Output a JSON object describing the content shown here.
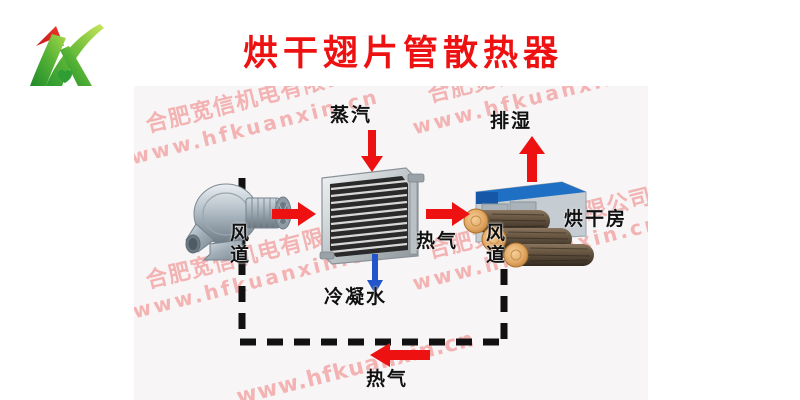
{
  "header": {
    "title": "烘干翅片管散热器",
    "title_color": "#ee1111",
    "logo_name": "kuanxin-logo"
  },
  "watermark": {
    "company": "合肥宽信机电有限公司",
    "url": "www.hfkuanxin.cn",
    "color": "#f3b3b3"
  },
  "diagram": {
    "background": "#f7f5f6",
    "components": {
      "blower": "centrifugal-blower",
      "heat_exchanger": "finned-tube-radiator",
      "drying_room": "drying-chamber-with-logs"
    },
    "labels": {
      "steam": "蒸汽",
      "exhaust_moisture": "排湿",
      "drying_room": "烘干房",
      "hot_air_right": "热气",
      "condensate": "冷凝水",
      "hot_air_bottom": "热气",
      "air_duct_left_1": "风",
      "air_duct_left_2": "道",
      "air_duct_right_1": "风",
      "air_duct_right_2": "道"
    },
    "arrows": {
      "fan_to_hx": "red-arrow-right",
      "hx_to_dryroom": "red-arrow-right",
      "steam_in": "red-arrow-down",
      "exhaust_out": "red-arrow-up",
      "condensate_out": "blue-arrow-down",
      "return_air": "red-arrow-left"
    },
    "colors": {
      "arrow_red": "#ee1111",
      "arrow_blue": "#2255cc",
      "duct_line": "#111111"
    }
  }
}
